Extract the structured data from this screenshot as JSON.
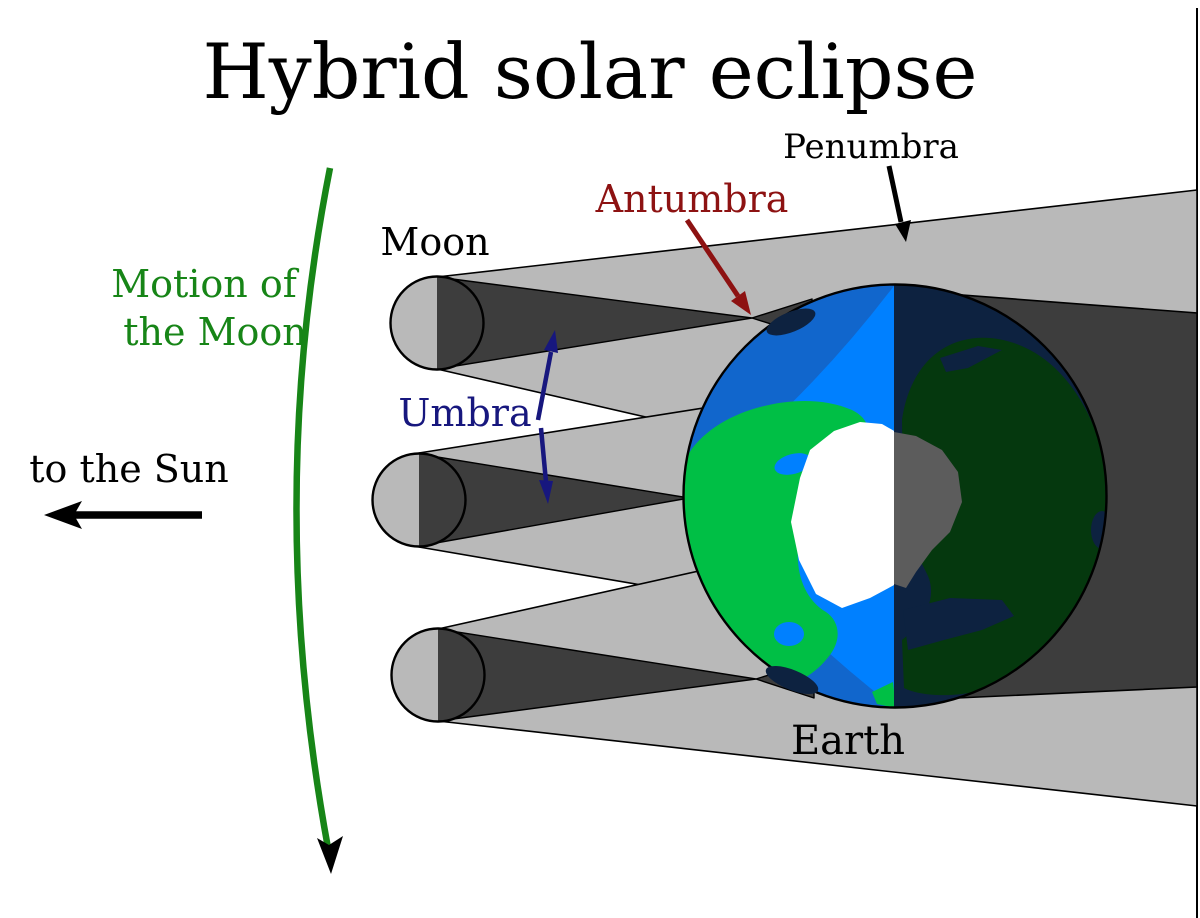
{
  "title": "Hybrid solar eclipse",
  "labels": {
    "penumbra": "Penumbra",
    "antumbra": "Antumbra",
    "umbra": "Umbra",
    "moon": "Moon",
    "earth": "Earth",
    "motion_line1": "Motion of",
    "motion_line2": "the Moon",
    "to_the_sun": "to the Sun"
  },
  "colors": {
    "background": "#ffffff",
    "outline": "#000000",
    "penumbra_gray": "#b9b9b9",
    "umbra_dark": "#3d3d3d",
    "moon_lit": "#b9b9b9",
    "ocean_day": "#0080ff",
    "ocean_day_deep": "#1166cc",
    "land_day": "#00bf45",
    "ice_day": "#ffffff",
    "ocean_night": "#0d2240",
    "land_night": "#05380e",
    "ice_night": "#5c5c5c",
    "motion_green": "#178517",
    "umbra_navy": "#17177e",
    "antumbra_red": "#8d1212",
    "text_black": "#000000"
  }
}
